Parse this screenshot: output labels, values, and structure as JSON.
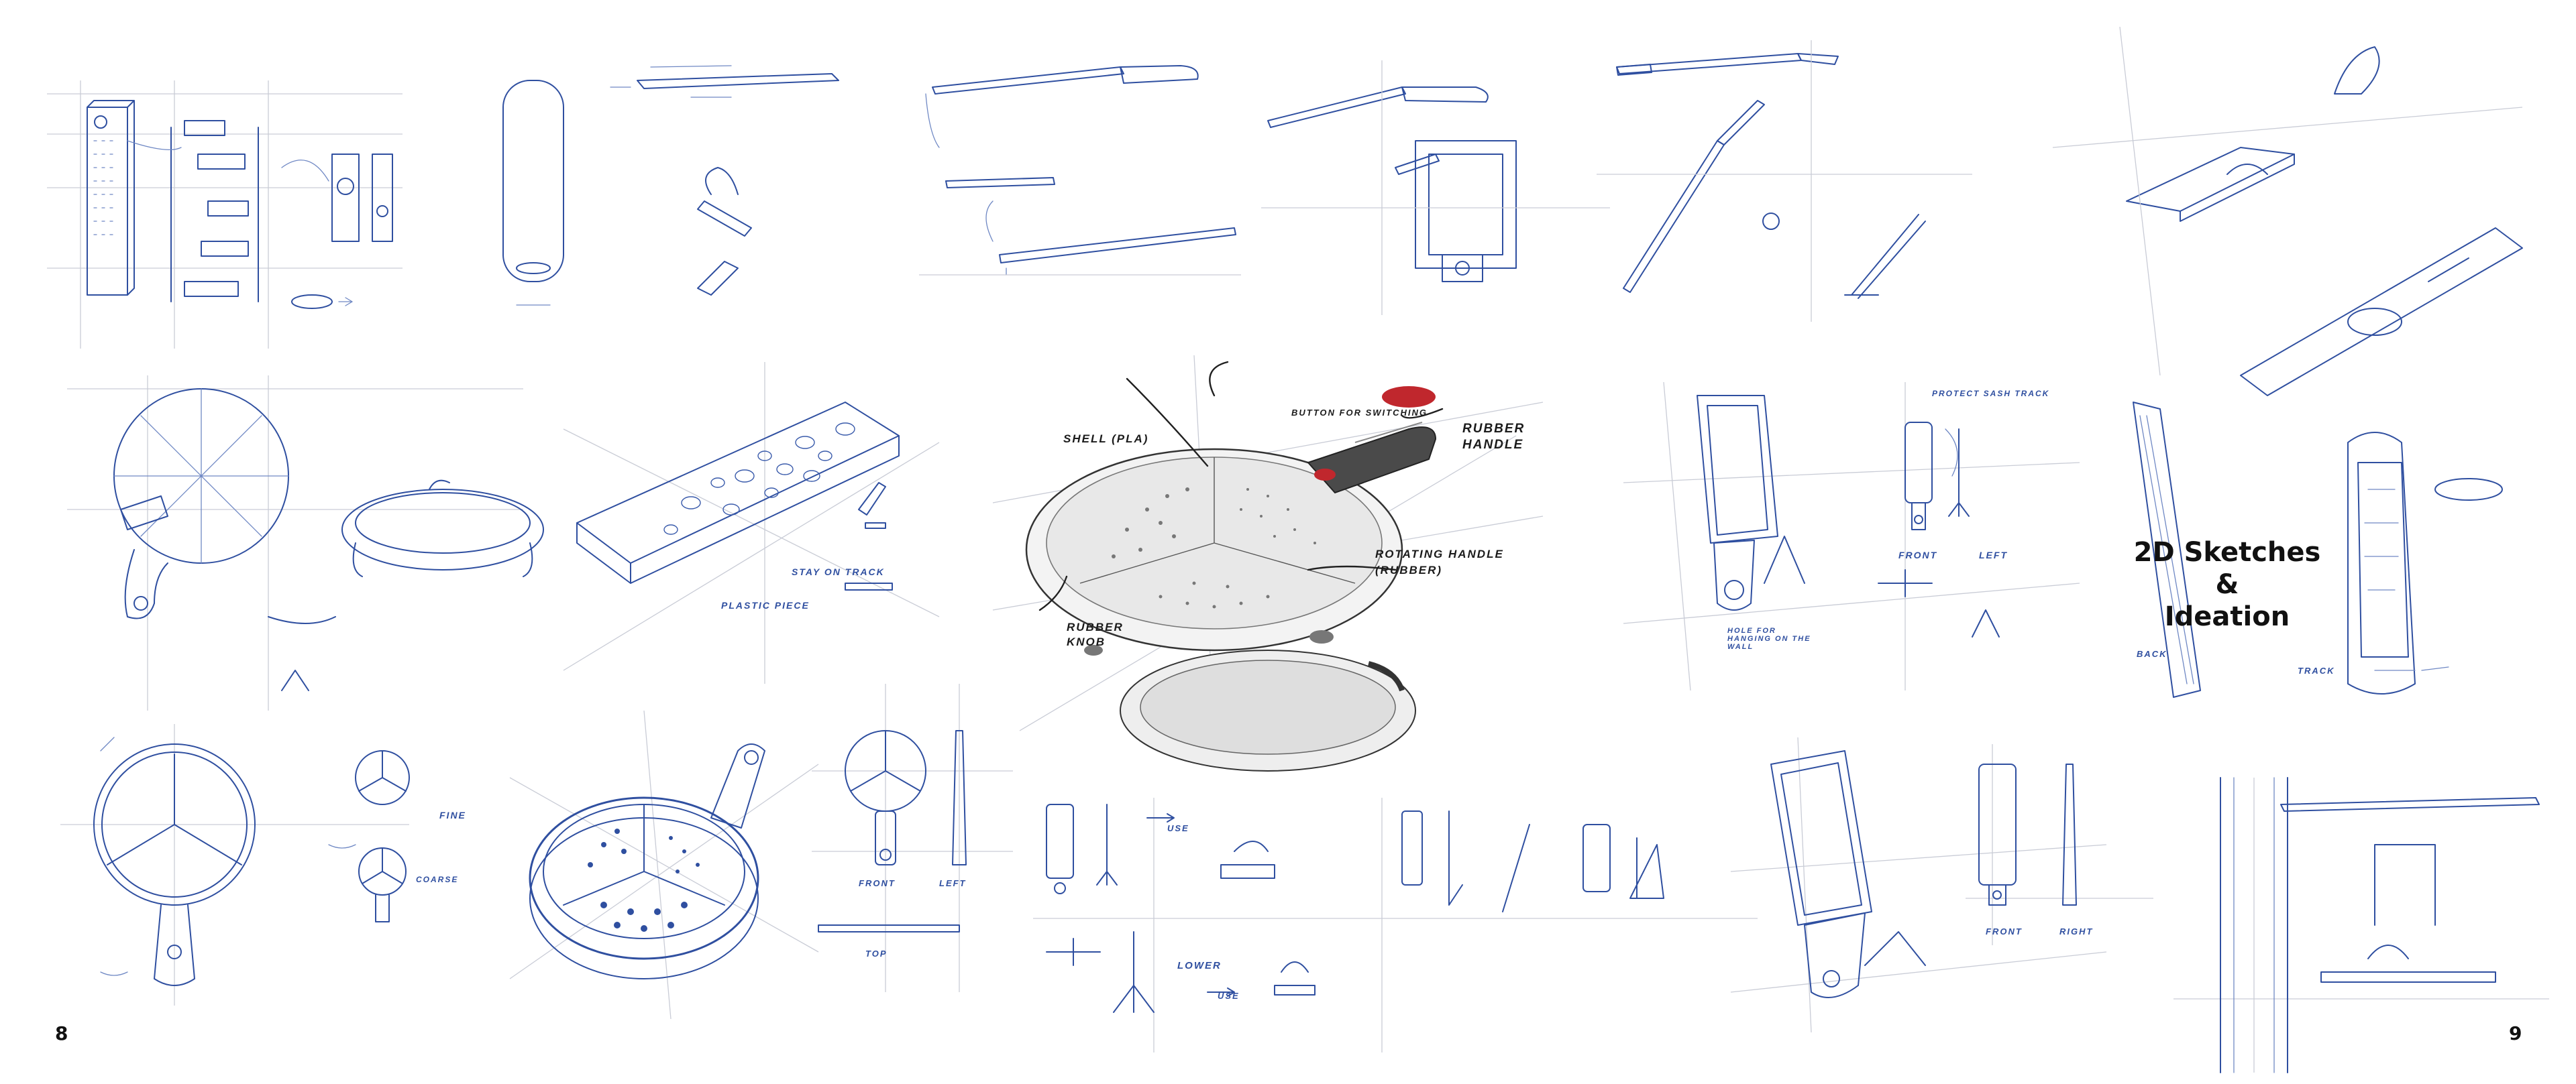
{
  "title": {
    "line1": "2D Sketches",
    "line2": "&",
    "line3": "Ideation"
  },
  "page_numbers": {
    "left": "8",
    "right": "9"
  },
  "annotations": {
    "shell": "SHELL (PLA)",
    "button": "BUTTON FOR SWITCHING",
    "rubber_handle": "RUBBER HANDLE",
    "rotating_handle": "ROTATING HANDLE (RUBBER)",
    "rubber_knob": "RUBBER KNOB",
    "plastic_piece": "PLASTIC PIECE",
    "stay_on_track": "STAY ON TRACK",
    "front": "FRONT",
    "left": "LEFT",
    "right": "RIGHT",
    "use": "USE",
    "lower": "LOWER",
    "fine": "FINE",
    "coarse": "COARSE",
    "back": "BACK",
    "track": "TRACK",
    "top": "TOP",
    "hole_for_hanging": "HOLE FOR HANGING ON THE WALL",
    "protect_sash_track": "PROTECT SASH TRACK"
  },
  "colors": {
    "pencil": "#2f4fa0",
    "ink": "#202020",
    "accent": "#c0272d",
    "grid": "#c9ccd6"
  }
}
